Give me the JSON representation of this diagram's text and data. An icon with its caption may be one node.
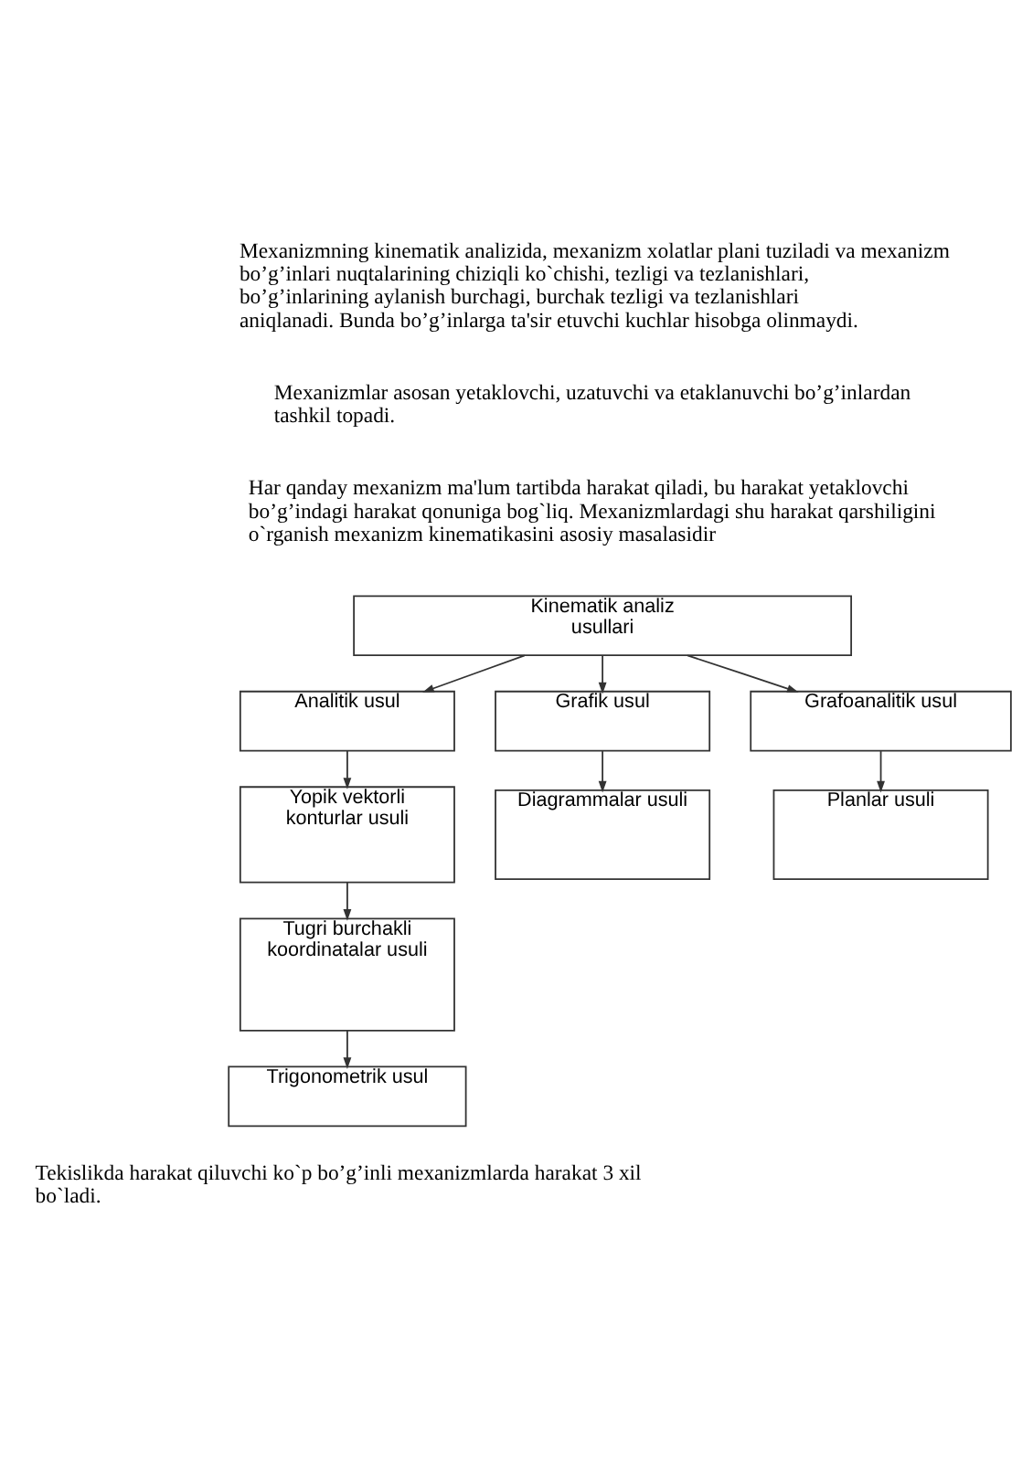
{
  "diagram": {
    "nodes": [
      {
        "text": [
          "Kinematik analiz usullari"
        ]
      },
      {
        "text": [
          "Analitik usul"
        ]
      },
      {
        "text": [
          "Grafik usul"
        ]
      },
      {
        "text": [
          "Grafoanalitik usul"
        ]
      },
      {
        "text": [
          "Yopik vektorli konturlar usuli"
        ]
      },
      {
        "text": [
          "Diagrammalar usuli"
        ]
      },
      {
        "text": [
          "Planlar usuli"
        ]
      },
      {
        "text": [
          "Tugri burchakli koordinatalar usuli"
        ]
      },
      {
        "text": [
          "Trigonometrik usul"
        ]
      }
    ],
    "edges": [
      {
        "from": 0,
        "to": 1,
        "arrow": "to"
      },
      {
        "from": 0,
        "to": 2,
        "arrow": "to"
      },
      {
        "from": 0,
        "to": 3,
        "arrow": "to"
      },
      {
        "from": 1,
        "to": 4,
        "arrow": "to"
      },
      {
        "from": 2,
        "to": 5,
        "arrow": "to"
      },
      {
        "from": 3,
        "to": 6,
        "arrow": "to"
      },
      {
        "from": 4,
        "to": 7,
        "arrow": "to"
      },
      {
        "from": 7,
        "to": 8,
        "arrow": "to"
      }
    ],
    "labels": [
      "Mexanizmning kinematik analizida, mexanizm xolatlar plani tuziladi va mexanizm bo’g’inlari nuqtalarining chiziqli ko`chishi, tezligi va tezlanishlari, bo’g’inlarining aylanish burchagi, burchak tezligi va tezlanishlari aniqlanadi. Bunda bo’g’inlarga ta'sir etuvchi kuchlar hisobga olinmaydi.",
      "Mexanizmlar asosan yetaklovchi, uzatuvchi va etaklanuvchi bo’g’inlardan tashkil topadi.",
      "Har qanday mexanizm ma'lum tartibda harakat qiladi, bu harakat yetaklovchi bo’g’indagi harakat qonuniga bog`liq. Mexanizmlardagi shu harakat qarshiligini o`rganish mexanizm kinematikasini asosiy masalasidir",
      "Tekislikda harakat qiluvchi ko`p bo’g’inli mexanizmlarda harakat 3 xil bo`ladi."
    ]
  }
}
